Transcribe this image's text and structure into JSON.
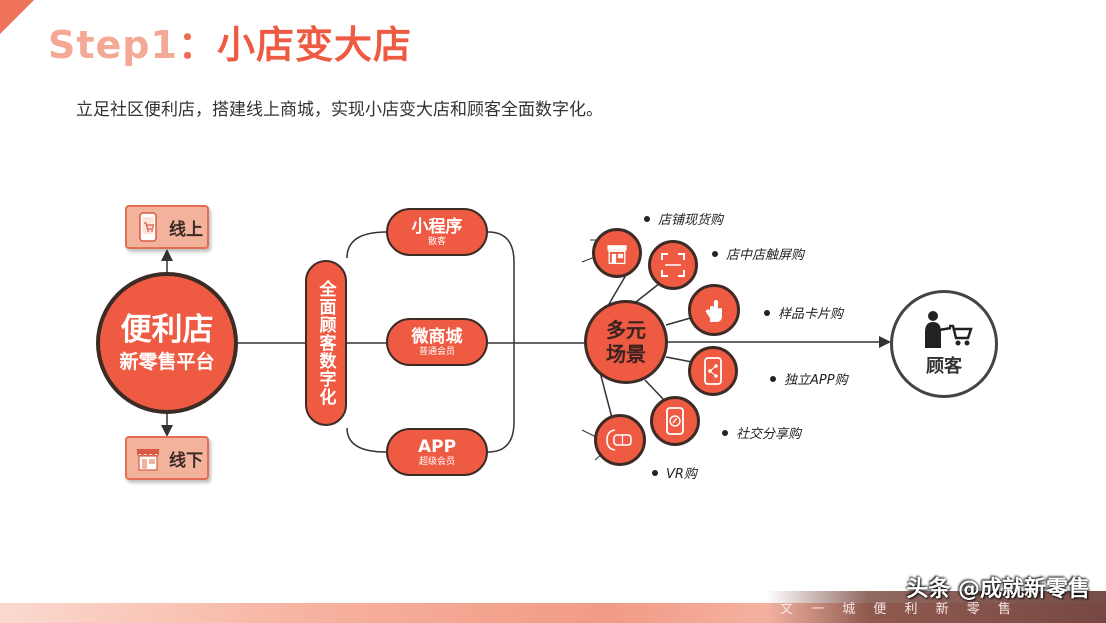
{
  "title": {
    "step": "Step1",
    "separator": "：",
    "main": "小店变大店"
  },
  "subtitle": "立足社区便利店，搭建线上商城，实现小店变大店和顾客全面数字化。",
  "store": {
    "line1": "便利店",
    "line2": "新零售平台"
  },
  "online": {
    "label": "线上",
    "icon": "phone-cart-icon"
  },
  "offline": {
    "label": "线下",
    "icon": "storefront-icon"
  },
  "digitize_bar": "全面顾客数字化",
  "channels": [
    {
      "name": "小程序",
      "sub": "散客"
    },
    {
      "name": "微商城",
      "sub": "普通会员"
    },
    {
      "name": "APP",
      "sub": "超级会员"
    }
  ],
  "scene_center": {
    "line1": "多元",
    "line2": "场景"
  },
  "scenes": [
    {
      "label": "店铺现货购",
      "icon": "storefront-icon"
    },
    {
      "label": "店中店触屏购",
      "icon": "scan-frame-icon"
    },
    {
      "label": "样品卡片购",
      "icon": "hand-tap-icon"
    },
    {
      "label": "独立APP购",
      "icon": "phone-share-icon"
    },
    {
      "label": "社交分享购",
      "icon": "phone-compass-icon"
    },
    {
      "label": "VR购",
      "icon": "vr-headset-icon"
    }
  ],
  "customer": {
    "label": "顾客",
    "icon": "shopper-cart-icon"
  },
  "footer": {
    "text": "文 一 城 便 利 新 零 售",
    "watermark": "头条 @成就新零售"
  },
  "colors": {
    "accent": "#ee5a42",
    "outline": "#3d2b26",
    "tag_fill": "#f3b29b",
    "title_light": "#f4a896"
  }
}
